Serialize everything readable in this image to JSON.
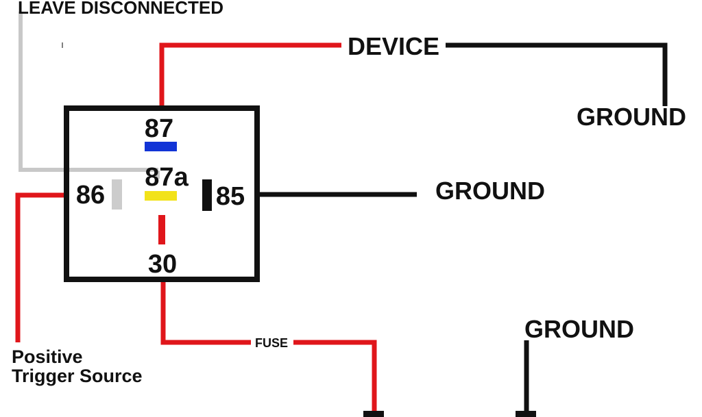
{
  "labels": {
    "leave_disconnected": "LEAVE DISCONNECTED",
    "device": "DEVICE",
    "ground_device": "GROUND",
    "ground_pin85": "GROUND",
    "ground_battery": "GROUND",
    "fuse": "FUSE",
    "trigger_line1": "Positive",
    "trigger_line2": "Trigger Source"
  },
  "pins": {
    "p87": "87",
    "p87a": "87a",
    "p86": "86",
    "p85": "85",
    "p30": "30"
  },
  "colors": {
    "positive_wire": "#e0161b",
    "ground_wire": "#111111",
    "disconnected_wire": "#c8c8c8",
    "pin87_marker": "#1234d6",
    "pin87a_marker": "#f2e21a",
    "pin86_marker": "#cccccc",
    "pin85_marker": "#111111",
    "relay_outline": "#111111"
  }
}
